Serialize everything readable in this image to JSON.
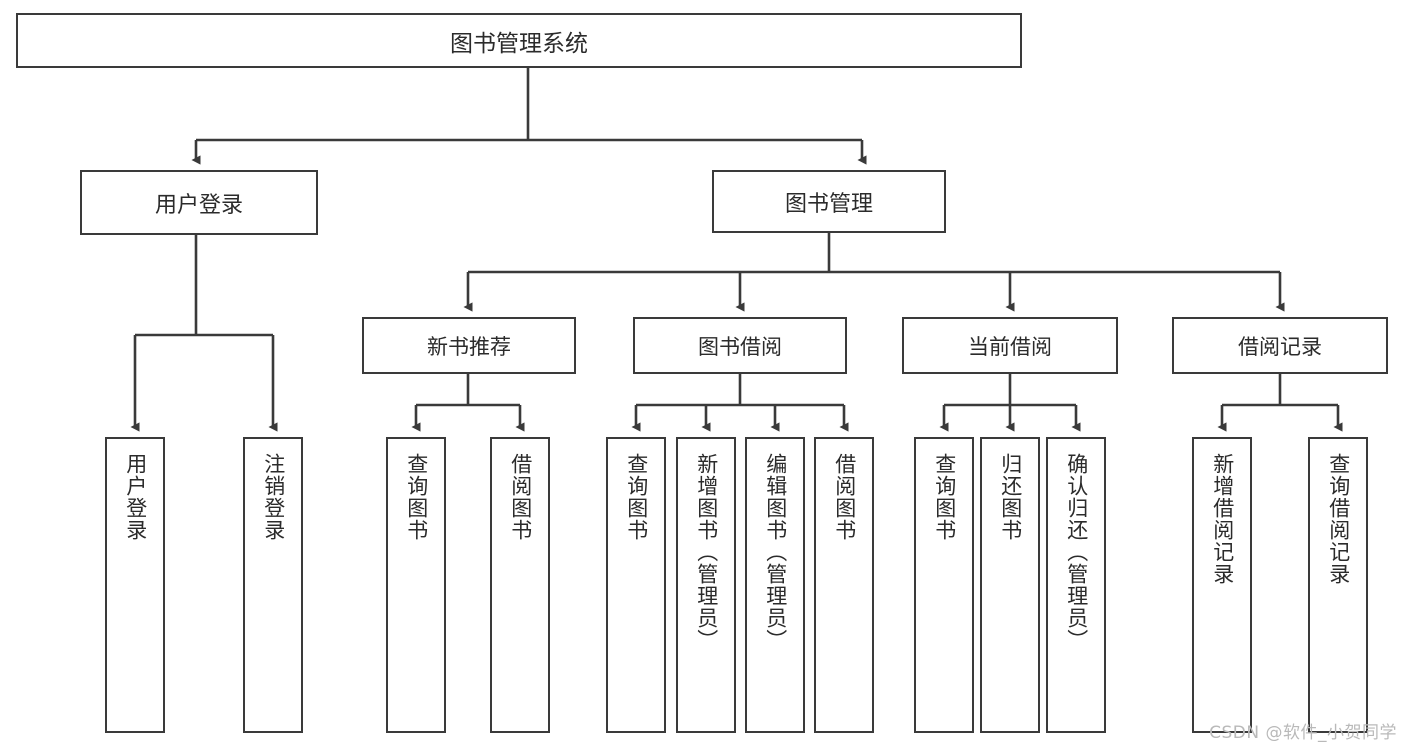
{
  "diagram": {
    "title": "图书管理系统",
    "type": "hierarchy-tree",
    "watermark": "CSDN @软件_小贺同学",
    "colors": {
      "stroke": "#3a3a3a",
      "text": "#2b2b2b",
      "background": "#ffffff",
      "watermark": "#b9b9b9"
    }
  },
  "nodes": {
    "root": {
      "label": "图书管理系统"
    },
    "level2": [
      {
        "label": "用户登录"
      },
      {
        "label": "图书管理"
      }
    ],
    "level3": [
      {
        "label": "新书推荐"
      },
      {
        "label": "图书借阅"
      },
      {
        "label": "当前借阅"
      },
      {
        "label": "借阅记录"
      }
    ],
    "leaves": {
      "user_login": [
        {
          "label": "用户登录"
        },
        {
          "label": "注销登录"
        }
      ],
      "new_book": [
        {
          "label": "查询图书"
        },
        {
          "label": "借阅图书"
        }
      ],
      "book_borrow": [
        {
          "label": "查询图书"
        },
        {
          "label": "新增图书（管理员）"
        },
        {
          "label": "编辑图书（管理员）"
        },
        {
          "label": "借阅图书"
        }
      ],
      "current_borrow": [
        {
          "label": "查询图书"
        },
        {
          "label": "归还图书"
        },
        {
          "label": "确认归还（管理员）"
        }
      ],
      "borrow_record": [
        {
          "label": "新增借阅记录"
        },
        {
          "label": "查询借阅记录"
        }
      ]
    }
  }
}
